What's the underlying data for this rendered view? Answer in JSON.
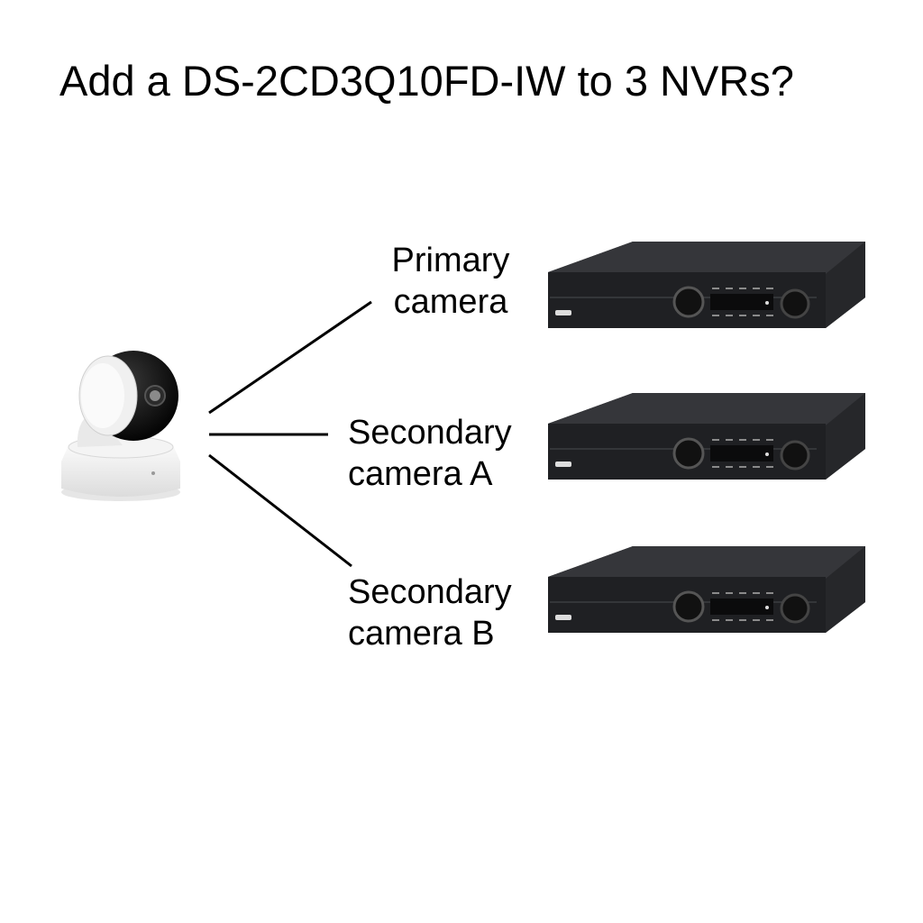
{
  "title": "Add a DS-2CD3Q10FD-IW to 3 NVRs?",
  "source": {
    "device": "camera",
    "icon": "ptz-camera-icon"
  },
  "connections": [
    {
      "label_line1": "Primary",
      "label_line2": "camera",
      "target": "nvr-1"
    },
    {
      "label_line1": "Secondary",
      "label_line2": "camera A",
      "target": "nvr-2"
    },
    {
      "label_line1": "Secondary",
      "label_line2": "camera B",
      "target": "nvr-3"
    }
  ],
  "colors": {
    "nvr_body": "#2a2b2e",
    "nvr_front": "#1f2023",
    "camera_white": "#f2f2f2",
    "camera_black": "#101010",
    "line": "#000000"
  }
}
